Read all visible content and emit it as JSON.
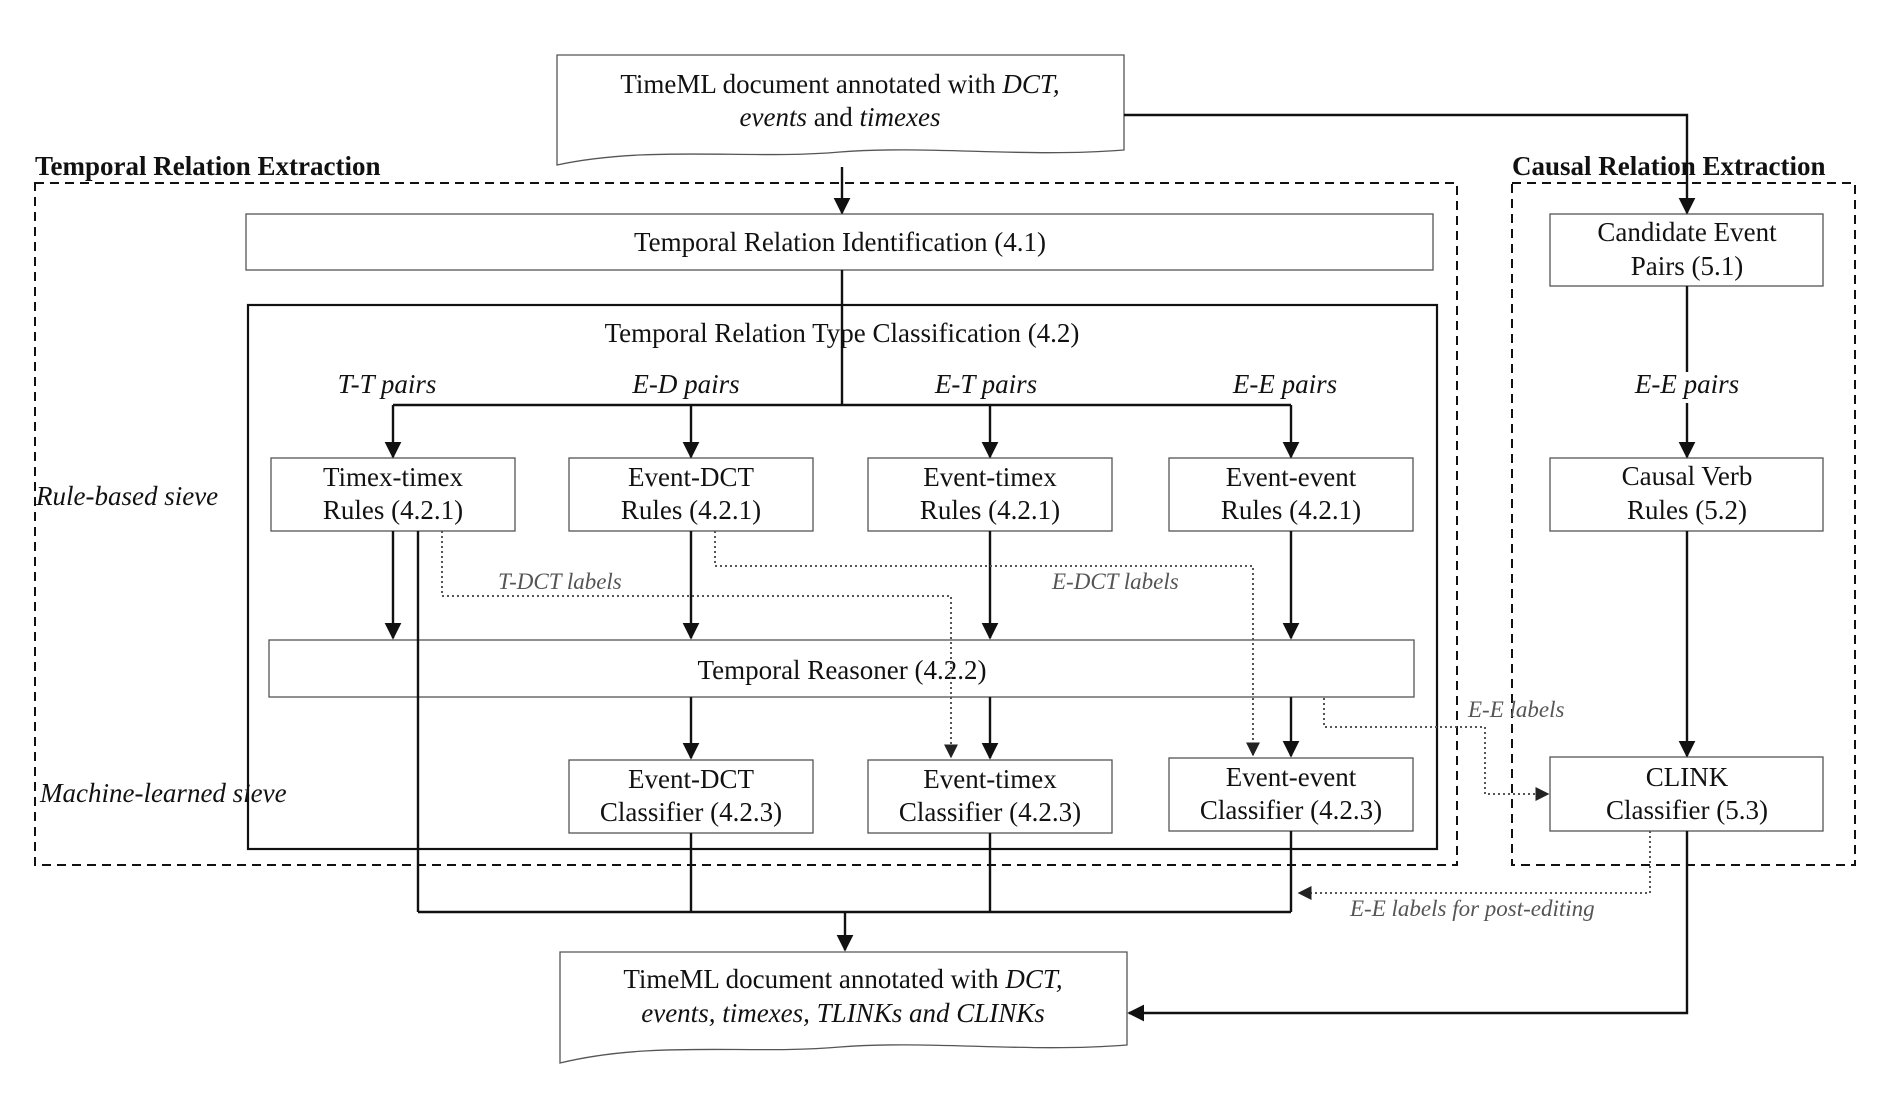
{
  "sections": {
    "temporal": "Temporal Relation Extraction",
    "causal": "Causal Relation Extraction"
  },
  "input_doc": {
    "line1_prefix": "TimeML document annotated with ",
    "line1_italic": "DCT,",
    "line2_italic_a": "events",
    "line2_and": " and ",
    "line2_italic_b": "timexes"
  },
  "output_doc": {
    "line1_prefix": "TimeML document annotated with ",
    "line1_italic": "DCT,",
    "line2_italic": "events, timexes, TLINKs and CLINKs"
  },
  "boxes": {
    "identification": "Temporal Relation Identification (4.1)",
    "classification": "Temporal Relation Type Classification (4.2)",
    "reasoner": "Temporal Reasoner (4.2.2)",
    "tt_rules": [
      "Timex-timex",
      "Rules (4.2.1)"
    ],
    "ed_rules": [
      "Event-DCT",
      "Rules (4.2.1)"
    ],
    "et_rules": [
      "Event-timex",
      "Rules (4.2.1)"
    ],
    "ee_rules": [
      "Event-event",
      "Rules (4.2.1)"
    ],
    "ed_classifier": [
      "Event-DCT",
      "Classifier (4.2.3)"
    ],
    "et_classifier": [
      "Event-timex",
      "Classifier (4.2.3)"
    ],
    "ee_classifier": [
      "Event-event",
      "Classifier (4.2.3)"
    ],
    "candidate_pairs": [
      "Candidate Event",
      "Pairs (5.1)"
    ],
    "causal_rules": [
      "Causal Verb",
      "Rules (5.2)"
    ],
    "clink_classifier": [
      "CLINK",
      "Classifier (5.3)"
    ]
  },
  "pair_labels": {
    "tt": "T-T pairs",
    "ed": "E-D pairs",
    "et": "E-T pairs",
    "ee": "E-E pairs",
    "causal_ee": "E-E pairs"
  },
  "sieve_labels": {
    "rule_based": "Rule-based sieve",
    "machine_learned": "Machine-learned sieve"
  },
  "flow_labels": {
    "tdct": "T-DCT labels",
    "edct": "E-DCT labels",
    "ee": "E-E labels",
    "ee_post": "E-E labels for post-editing"
  }
}
